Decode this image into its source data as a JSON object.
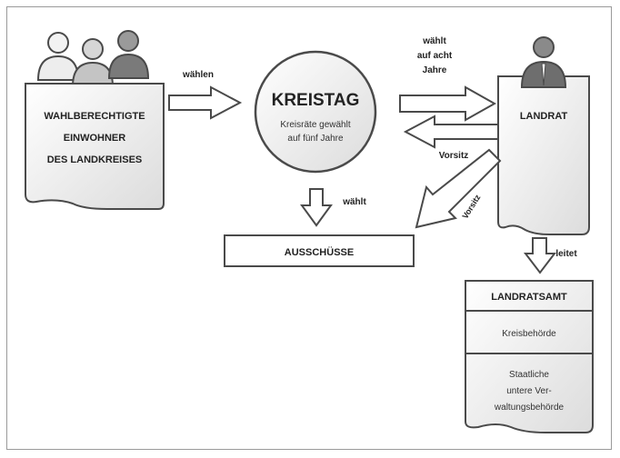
{
  "voters": {
    "line1": "WAHLBERECHTIGTE",
    "line2": "EINWOHNER",
    "line3": "DES LANDKREISES"
  },
  "kreistag": {
    "title": "KREISTAG",
    "line1": "Kreisräte gewählt",
    "line2": "auf fünf Jahre"
  },
  "landrat": {
    "title": "LANDRAT"
  },
  "ausschuesse": {
    "title": "AUSSCHÜSSE"
  },
  "landratsamt": {
    "title": "LANDRATSAMT",
    "section1": "Kreisbehörde",
    "section2_line1": "Staatliche",
    "section2_line2": "untere Ver-",
    "section2_line3": "waltungsbehörde"
  },
  "arrows": {
    "waehlen": "wählen",
    "waehlt_jahre_1": "wählt",
    "waehlt_jahre_2": "auf acht",
    "waehlt_jahre_3": "Jahre",
    "vorsitz_kreistag": "Vorsitz",
    "vorsitz_ausschuesse": "Vorsitz",
    "waehlt_ausschuesse": "wählt",
    "leitet": "leitet"
  },
  "colors": {
    "stroke": "#4a4a4a",
    "paper": "#ffffff",
    "person_light": "#e6e6e6",
    "person_mid": "#bdbdbd",
    "person_dark": "#7a7a7a",
    "frame": "#9a9a9a"
  }
}
